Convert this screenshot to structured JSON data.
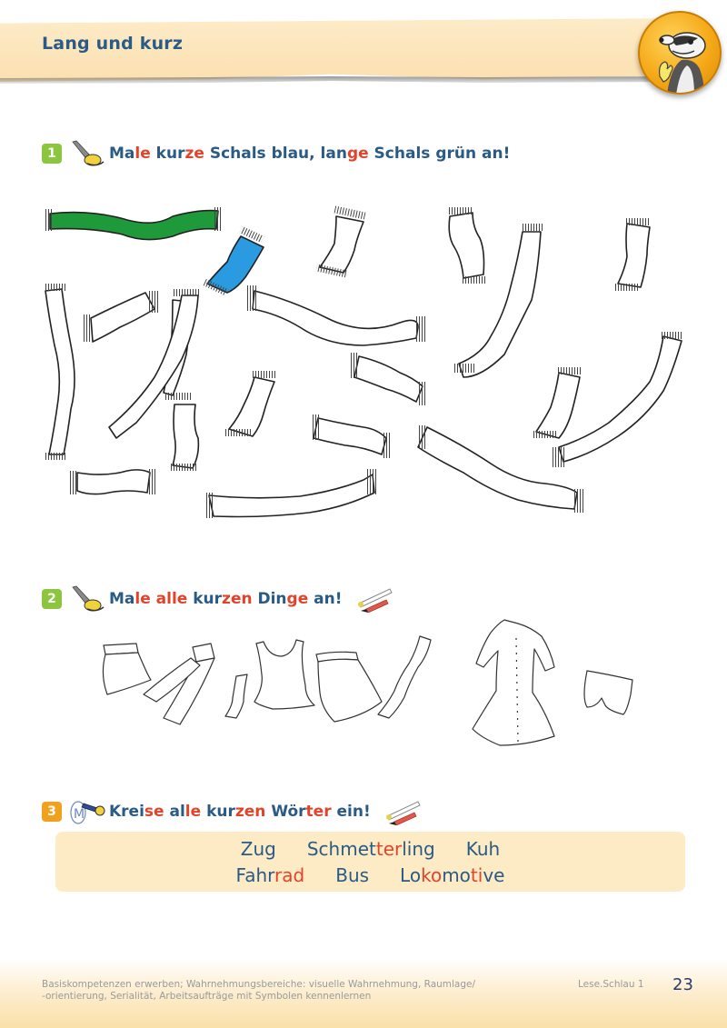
{
  "header": {
    "title": "Lang und kurz",
    "mascot": "badger-mascot-icon",
    "band_color": "#fbe3b6",
    "mascot_color": "#f5a918"
  },
  "exercises": [
    {
      "number": "1",
      "number_color": "#8cc63f",
      "icon": "coloring-hand-icon",
      "instruction_parts": [
        {
          "text": "Ma",
          "highlight": false
        },
        {
          "text": "le",
          "highlight": true
        },
        {
          "text": " kur",
          "highlight": false
        },
        {
          "text": "ze",
          "highlight": true
        },
        {
          "text": " Schals blau, lan",
          "highlight": false
        },
        {
          "text": "ge",
          "highlight": true
        },
        {
          "text": " Schals grün an!",
          "highlight": false
        }
      ],
      "instruction": "Male kurze Schals blau, lange Schals grün an!",
      "illustration": "scarves-illustration",
      "scarves": {
        "total": 22,
        "colored_green": 1,
        "colored_blue": 1,
        "green_color": "#1e9a3a",
        "blue_color": "#2a9be0"
      }
    },
    {
      "number": "2",
      "number_color": "#8cc63f",
      "icon": "coloring-hand-icon",
      "instruction_parts": [
        {
          "text": "Ma",
          "highlight": false
        },
        {
          "text": "le al",
          "highlight": true
        },
        {
          "text": "le",
          "highlight": true
        },
        {
          "text": " kur",
          "highlight": false
        },
        {
          "text": "zen",
          "highlight": true
        },
        {
          "text": " Din",
          "highlight": false
        },
        {
          "text": "ge",
          "highlight": true
        },
        {
          "text": " an!",
          "highlight": false
        }
      ],
      "instruction": "Male alle kurzen Dinge an!",
      "extra_icon": "colored-pencils-icon",
      "illustration": "clothing-illustration",
      "items": [
        "skirt",
        "trousers",
        "short-scarf",
        "top",
        "skirt",
        "long-scarf",
        "dress",
        "shorts"
      ]
    },
    {
      "number": "3",
      "number_color": "#f0a21e",
      "icon": "circle-marker-icon",
      "instruction_parts": [
        {
          "text": "Krei",
          "highlight": false
        },
        {
          "text": "se",
          "highlight": true
        },
        {
          "text": " al",
          "highlight": false
        },
        {
          "text": "le",
          "highlight": true
        },
        {
          "text": " kur",
          "highlight": false
        },
        {
          "text": "zen",
          "highlight": true
        },
        {
          "text": " Wör",
          "highlight": false
        },
        {
          "text": "ter",
          "highlight": true
        },
        {
          "text": " ein!",
          "highlight": false
        }
      ],
      "instruction": "Kreise alle kurzen Wörter ein!",
      "extra_icon": "colored-pencils-icon",
      "words": [
        [
          {
            "parts": [
              {
                "text": "Zug",
                "hl": false
              }
            ]
          },
          {
            "parts": [
              {
                "text": "Schmet",
                "hl": false
              },
              {
                "text": "ter",
                "hl": true
              },
              {
                "text": "ling",
                "hl": false
              }
            ]
          },
          {
            "parts": [
              {
                "text": "Kuh",
                "hl": false
              }
            ]
          }
        ],
        [
          {
            "parts": [
              {
                "text": "Fahr",
                "hl": false
              },
              {
                "text": "rad",
                "hl": true
              }
            ]
          },
          {
            "parts": [
              {
                "text": "Bus",
                "hl": false
              }
            ]
          },
          {
            "parts": [
              {
                "text": "Lo",
                "hl": false
              },
              {
                "text": "ko",
                "hl": true
              },
              {
                "text": "mo",
                "hl": false
              },
              {
                "text": "ti",
                "hl": true
              },
              {
                "text": "ve",
                "hl": false
              }
            ]
          }
        ]
      ]
    }
  ],
  "footer": {
    "description_line1": "Basiskompetenzen erwerben; Wahrnehmungsbereiche: visuelle Wahrnehmung, Raumlage/",
    "description_line2": "-orientierung, Serialität, Arbeitsaufträge mit Symbolen kennenlernen",
    "book": "Lese.Schlau 1",
    "page_number": "23"
  }
}
